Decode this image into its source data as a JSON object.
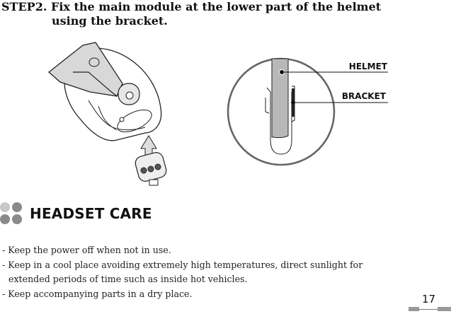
{
  "step": {
    "line1": "STEP2. Fix the main module at the lower part of the helmet",
    "line2": "using the bracket."
  },
  "figure_right": {
    "helmet_label": "HELMET",
    "bracket_label": "BRACKET"
  },
  "section": {
    "title": "HEADSET CARE",
    "dot_colors": [
      "#c8c8c8",
      "#8a8a8a",
      "#8a8a8a",
      "#8a8a8a"
    ]
  },
  "care_list": [
    "- Keep the power off when not in use.",
    "- Keep in a cool place avoiding extremely high temperatures, direct sunlight for",
    "extended periods of time such as inside hot vehicles.",
    "- Keep accompanying parts in a dry place."
  ],
  "page": {
    "number": "17"
  }
}
